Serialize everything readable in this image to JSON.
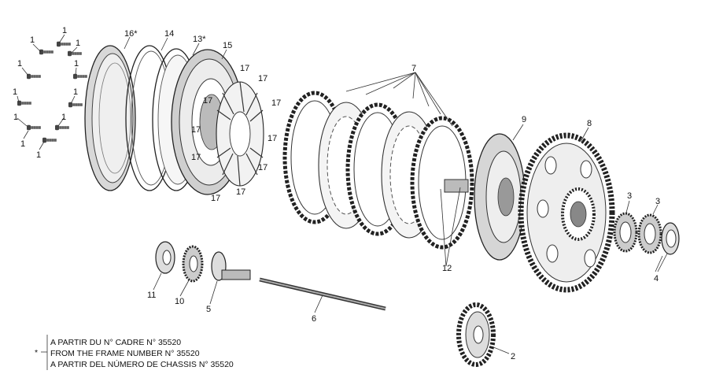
{
  "labels": {
    "l1": "1",
    "l2": "2",
    "l3": "3",
    "l4": "4",
    "l5": "5",
    "l6": "6",
    "l7": "7",
    "l8": "8",
    "l9": "9",
    "l10": "10",
    "l11": "11",
    "l12": "12",
    "l13": "13*",
    "l14": "14",
    "l15": "15",
    "l16": "16*",
    "l17": "17"
  },
  "footnote": {
    "marker": "*",
    "line1": "A PARTIR DU N° CADRE  N° 35520",
    "line2": "FROM THE FRAME NUMBER N° 35520",
    "line3": "A PARTIR DEL NÚMERO DE CHASSIS N° 35520"
  }
}
